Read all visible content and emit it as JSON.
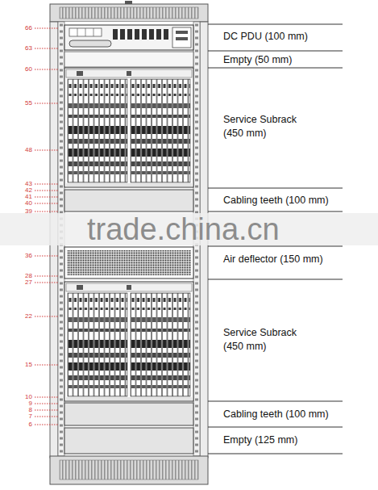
{
  "diagram": {
    "labels": [
      "66",
      "63",
      "60",
      "55",
      "48",
      "43",
      "42",
      "41",
      "40",
      "39",
      "36",
      "28",
      "27",
      "22",
      "15",
      "10",
      "9",
      "8",
      "7",
      "6",
      "DC PDU (100 mm)",
      "Empty (50 mm)",
      "Service Subrack (450 mm)",
      "Cabling teeth (100 mm)",
      "Air deflector (150 mm)",
      "Service Subrack (450 mm)",
      "Cabling teeth (100 mm)",
      "Empty (125 mm)",
      "trade.china.cn"
    ]
  }
}
